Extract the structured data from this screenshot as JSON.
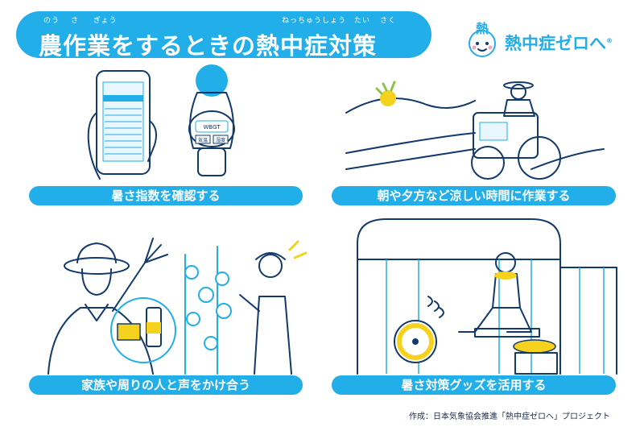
{
  "title": {
    "text": "農作業をするときの熱中症対策",
    "ruby": [
      "のう",
      "さ",
      "ぎょう",
      "ねっちゅうしょう",
      "たい",
      "さく"
    ]
  },
  "logo": {
    "text": "熱中症ゼロへ",
    "mark": "®",
    "mascot_label": "熱"
  },
  "panels": [
    {
      "caption": "暑さ指数を確認する",
      "device_label": "WBGT",
      "btn_left": "気温",
      "btn_right": "湿度"
    },
    {
      "caption": "朝や夕方など涼しい時間に作業する"
    },
    {
      "caption": "家族や周りの人と声をかけ合う"
    },
    {
      "caption": "暑さ対策グッズを活用する"
    }
  ],
  "credit": "作成：日本気象協会推進「熱中症ゼロへ」プロジェクト",
  "colors": {
    "accent": "#22aee8",
    "line": "#123a6a",
    "yellow": "#f5d21e"
  }
}
